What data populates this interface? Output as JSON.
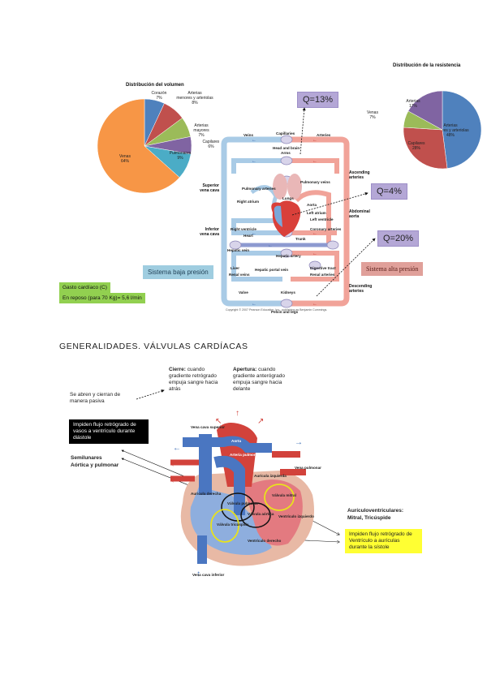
{
  "chart_data": [
    {
      "type": "pie",
      "title": "Distribución del volumen",
      "categories": [
        "Corazón",
        "Arterias menores y arteriolas",
        "Arterias mayores",
        "Capilares",
        "Pulmonares",
        "Venas"
      ],
      "values": [
        7,
        8,
        7,
        6,
        9,
        64
      ],
      "unit": "%",
      "labels": [
        "Corazón 7%",
        "Arterias menores y arteriolas 8%",
        "Arterias mayores 7%",
        "Capilares 6%",
        "Pulmonares 9%",
        "Venas 64%"
      ],
      "colors": [
        "#4f81bd",
        "#c0504d",
        "#9bbb59",
        "#8064a2",
        "#4bacc6",
        "#f79646"
      ]
    },
    {
      "type": "pie",
      "title": "Distribución de la resistencia",
      "categories": [
        "Arterias menores y arteriolas",
        "Capilares",
        "Venas",
        "Arterias"
      ],
      "values": [
        48,
        28,
        7,
        17
      ],
      "unit": "%",
      "labels": [
        "Arterias menores y arteriolas 48%",
        "Capilares 28%",
        "Venas 7%",
        "Arterias 17%"
      ],
      "colors": [
        "#4f81bd",
        "#c0504d",
        "#9bbb59",
        "#8064a2"
      ]
    }
  ],
  "circulation": {
    "q_head": "Q=13%",
    "q_coronary": "Q=4%",
    "q_renal": "Q=20%",
    "low_pressure": "Sistema baja presión",
    "high_pressure": "Sistema alta presión",
    "gasto_title": "Gasto cardíaco (C)",
    "gasto_value": "En reposo (para 70 Kg)= 5,6 l/min",
    "labels": {
      "veins": "Veins",
      "capillaries": "Capillaries",
      "arteries": "Arteries",
      "head_brain": "Head and brain",
      "arms": "Arms",
      "ascending": "Ascending arteries",
      "superior_vc": "Superior vena cava",
      "pulm_arteries": "Pulmonary arteries",
      "lungs": "Lungs",
      "pulm_veins": "Pulmonary veins",
      "right_atrium": "Right atrium",
      "aorta": "Aorta",
      "left_atrium": "Left atrium",
      "abdominal": "Abdominal aorta",
      "inferior_vc": "Inferior vena cava",
      "right_ventricle": "Right ventricle",
      "left_ventricle": "Left ventricle",
      "heart": "Heart",
      "coronary": "Coronary arteries",
      "trunk": "Trunk",
      "hepatic_vein": "Hepatic vein",
      "hepatic_artery": "Hepatic artery",
      "liver": "Liver",
      "hepatic_portal": "Hepatic portal vein",
      "digestive": "Digestive tract",
      "renal_veins": "Renal veins",
      "renal_arteries": "Renal arteries",
      "valve": "Valve",
      "kidneys": "Kidneys",
      "descending": "Descending arteries",
      "pelvis": "Pelvis and legs"
    },
    "copyright": "Copyright © 2007 Pearson Education, Inc., publishing as Benjamin Cummings."
  },
  "valves": {
    "heading": "GENERALIDADES. VÁLVULAS CARDÍACAS",
    "passive_note": "Se abren y cierran de manera pasiva",
    "cierre_bold": "Cierre:",
    "cierre_text": " cuando gradiente retrógrado empuja sangre hacia atrás",
    "apertura_bold": "Apertura:",
    "apertura_text": " cuando gradiente anterógrado empuja sangre hacia delante",
    "semilunar_box": "Impiden flujo retrógrado de vasos a ventrículo durante diástole",
    "semilunar_title": "Semilunares",
    "semilunar_sub": "Aórtica y pulmonar",
    "av_title": "Aurículoventriculares:",
    "av_sub": "Mitral, Tricúspide",
    "av_box": "Impiden flujo retrógrado de Ventrículo a aurículas durante la sístole",
    "heart_labels": {
      "svc": "Vena cava superior",
      "aorta": "Aorta",
      "pulm_artery": "Arteria pulmonar",
      "pulm_vein": "Vena pulmonar",
      "ra": "Aurícula derecha",
      "la": "Aurícula izquierda",
      "pulm_valve": "Válvula pulmonar",
      "aortic_valve": "Válvula aórtica",
      "mitral": "Válvula mitral",
      "tricuspid": "Válvula tricúspide",
      "lv": "Ventrículo izquierdo",
      "rv": "Ventrículo derecho",
      "ivc": "Vena cava inferior"
    }
  }
}
